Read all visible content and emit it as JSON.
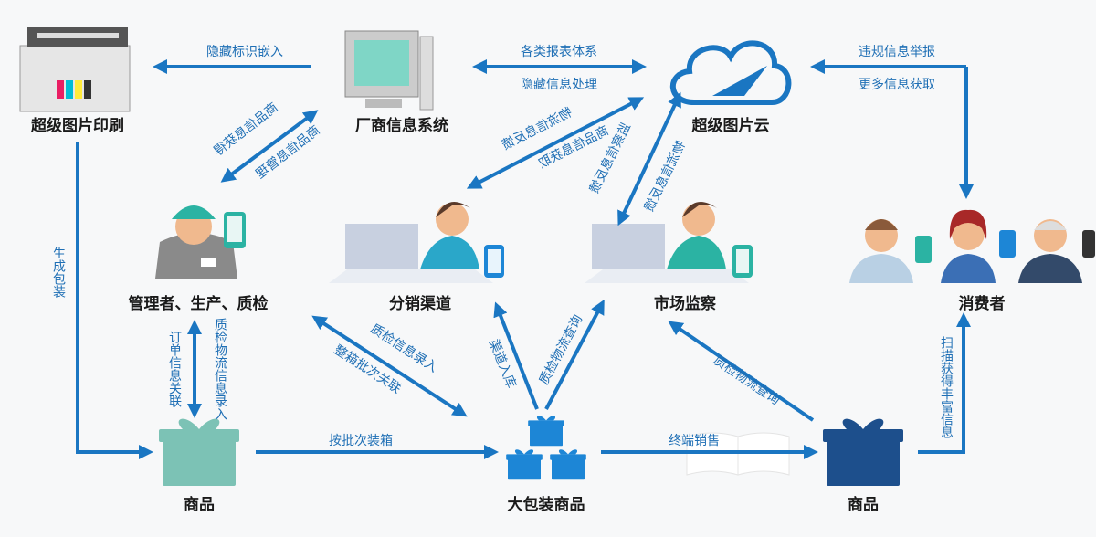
{
  "colors": {
    "arrow": "#1a76c2",
    "text_blue": "#1f6fb5",
    "gift_teal": "#7cc2b5",
    "gift_blue": "#1d86d6",
    "gift_navy": "#1d4f8c"
  },
  "nodes": {
    "printing": "超级图片印刷",
    "vendor_system": "厂商信息系统",
    "cloud": "超级图片云",
    "manager": "管理者、生产、质检",
    "distribution": "分销渠道",
    "supervision": "市场监察",
    "consumer": "消费者",
    "product_left": "商品",
    "bulk_product": "大包装商品",
    "product_right": "商品"
  },
  "edges": {
    "embed_hidden_mark": "隐藏标识嵌入",
    "report_system": "各类报表体系",
    "hidden_info_processing": "隐藏信息处理",
    "violation_report": "违规信息举报",
    "more_info": "更多信息获取",
    "product_info_obtain": "商品信息获得",
    "product_info_manage": "商品信息管理",
    "logistics_feedback_1": "物流信息反馈",
    "product_info_get": "商品信息获取",
    "supervision_feedback": "监察信息反馈",
    "logistics_feedback_2": "物流信息反馈",
    "generate_package": "生成包装",
    "order_link": "订单信息关联",
    "qc_logistics_entry": "质检物流信息录入",
    "pack_by_batch": "按批次装箱",
    "terminal_sales": "终端销售",
    "scan_info": "扫描获得丰富信息",
    "qc_info_entry": "质检信息录入",
    "box_batch_link": "整箱批次关联",
    "channel_storage": "渠道入库",
    "qc_logistics_query_1": "质检物流查询",
    "qc_logistics_query_2": "质检物流查询"
  }
}
